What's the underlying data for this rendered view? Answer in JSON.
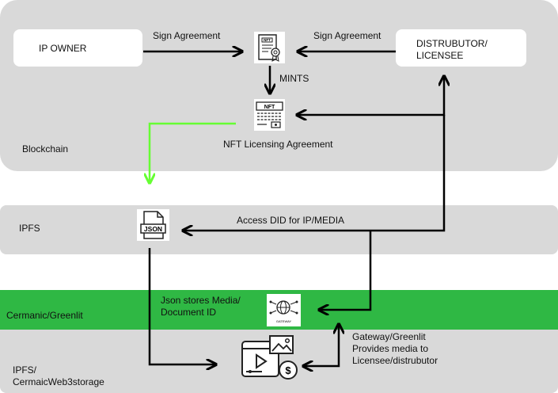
{
  "zones": {
    "blockchain": "Blockchain",
    "ipfs": "IPFS",
    "ceramic": "Cermanic/Greenlit",
    "storage": "IPFS/\nCermaicWeb3storage"
  },
  "nodes": {
    "ip_owner": "IP OWNER",
    "distributor_line1": "DISTRUBUTOR/",
    "distributor_line2": "LICENSEE"
  },
  "edges": {
    "sign_agreement_left": "Sign Agreement",
    "sign_agreement_right": "Sign Agreement",
    "mints": "MINTS",
    "access_did": "Access DID for IP/MEDIA",
    "json_stores_line1": "Json stores Media/",
    "json_stores_line2": "Document ID",
    "gateway_line1": "Gateway/Greenlit",
    "gateway_line2": "Provides media to",
    "gateway_line3": "Licensee/distrubutor"
  },
  "artifacts": {
    "nft_licensing": "NFT Licensing Agreement",
    "nft_badge": "NFT",
    "nft_badge_2": "NFT",
    "json_badge": "JSON",
    "gateway_caption": "GATEWAY"
  },
  "colors": {
    "zone_gray": "#d9d9d9",
    "zone_green": "#2fb844",
    "arrow": "#000000",
    "arrow_green": "#66ff33"
  }
}
